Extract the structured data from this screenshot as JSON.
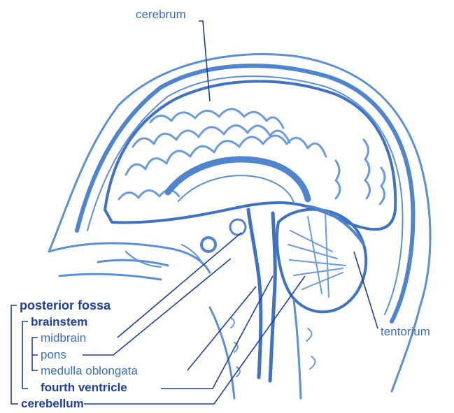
{
  "colors": {
    "anatomy": "#5b8fd6",
    "anatomy_dark": "#3f72c2",
    "leader": "#1f3f9e",
    "label_light": "#3a6fbe"
  },
  "labels": {
    "cerebrum": "cerebrum",
    "tentorium": "tentorium",
    "posterior_fossa": "posterior fossa",
    "brainstem": "brainstem",
    "midbrain": "midbrain",
    "pons": "pons",
    "medulla": "medulla oblongata",
    "fourth_ventricle": "fourth ventricle",
    "cerebellum": "cerebellum"
  }
}
